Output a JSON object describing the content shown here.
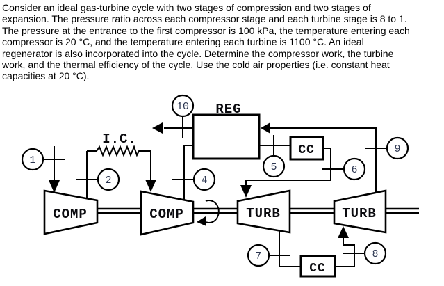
{
  "problem": {
    "text": "Consider an ideal gas-turbine cycle with two stages of compression and two stages of\nexpansion. The pressure ratio across each compressor stage and each turbine stage is 8 to 1.\nThe pressure at the entrance to the first compressor is 100 kPa, the temperature entering each\ncompressor is 20 °C, and the temperature entering each turbine is 1100 °C. An ideal\nregenerator is also incorporated into the cycle. Determine the compressor work, the turbine\nwork, and the thermal efficiency of the cycle. Use the cold air properties (i.e. constant heat\ncapacities at 20 °C)."
  },
  "diagram": {
    "labels": {
      "compressor_1": "COMP",
      "compressor_2": "COMP",
      "turbine_1": "TURB",
      "turbine_2": "TURB",
      "regenerator": "REG",
      "intercooler": "I.C.",
      "combustion_chamber_top": "CC",
      "combustion_chamber_bottom": "CC"
    },
    "state_points": {
      "s1": "1",
      "s2": "2",
      "s4": "4",
      "s5": "5",
      "s6": "6",
      "s7": "7",
      "s8": "8",
      "s9": "9",
      "s10": "10"
    },
    "colors": {
      "line": "#000000",
      "background": "#ffffff",
      "state_number": "#2b3550"
    }
  }
}
